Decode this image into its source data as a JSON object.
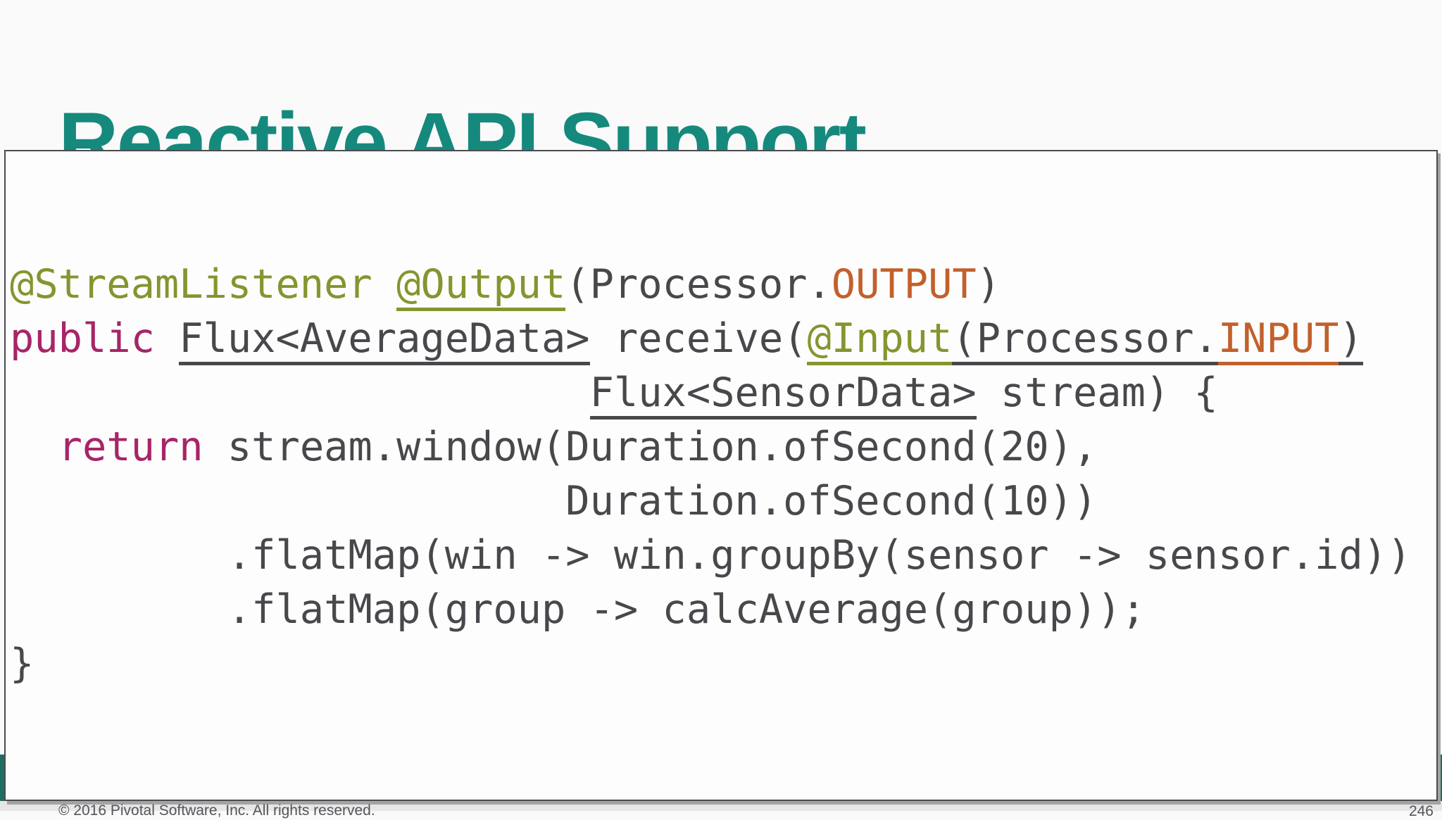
{
  "slide": {
    "title": "Reactive API Support"
  },
  "colors": {
    "title": "#16897d",
    "code": "#48484c",
    "annotation": "#85952f",
    "keyword": "#a72567",
    "constant": "#c2602c",
    "band": "#1e6e61"
  },
  "code": {
    "language": "java",
    "lines": [
      [
        {
          "t": "@StreamListener ",
          "c": "annotation"
        },
        {
          "t": "@Output",
          "c": "annotation",
          "u": true
        },
        {
          "t": "(Processor.",
          "c": "plain"
        },
        {
          "t": "OUTPUT",
          "c": "constant"
        },
        {
          "t": ")",
          "c": "plain"
        }
      ],
      [
        {
          "t": "public ",
          "c": "keyword"
        },
        {
          "t": "Flux<AverageData>",
          "c": "plain",
          "u": true
        },
        {
          "t": " receive(",
          "c": "plain"
        },
        {
          "t": "@Input",
          "c": "annotation",
          "u": true
        },
        {
          "t": "(Processor.",
          "c": "plain",
          "u": true
        },
        {
          "t": "INPUT",
          "c": "constant",
          "u": true
        },
        {
          "t": ")",
          "c": "plain",
          "u": true
        }
      ],
      [
        {
          "t": "                        ",
          "c": "plain"
        },
        {
          "t": "Flux<SensorData>",
          "c": "plain",
          "u": true
        },
        {
          "t": " stream) {",
          "c": "plain"
        }
      ],
      [
        {
          "t": "  ",
          "c": "plain"
        },
        {
          "t": "return",
          "c": "keyword"
        },
        {
          "t": " stream.window(Duration.ofSecond(20),",
          "c": "plain"
        }
      ],
      [
        {
          "t": "                       Duration.ofSecond(10))",
          "c": "plain"
        }
      ],
      [
        {
          "t": "         .flatMap(win -> win.groupBy(sensor -> sensor.id))",
          "c": "plain"
        }
      ],
      [
        {
          "t": "         .flatMap(group -> calcAverage(group));",
          "c": "plain"
        }
      ],
      [
        {
          "t": "}",
          "c": "plain"
        }
      ]
    ]
  },
  "footer": {
    "copyright": "© 2016 Pivotal Software, Inc.  All rights reserved.",
    "slide_number": "246"
  }
}
